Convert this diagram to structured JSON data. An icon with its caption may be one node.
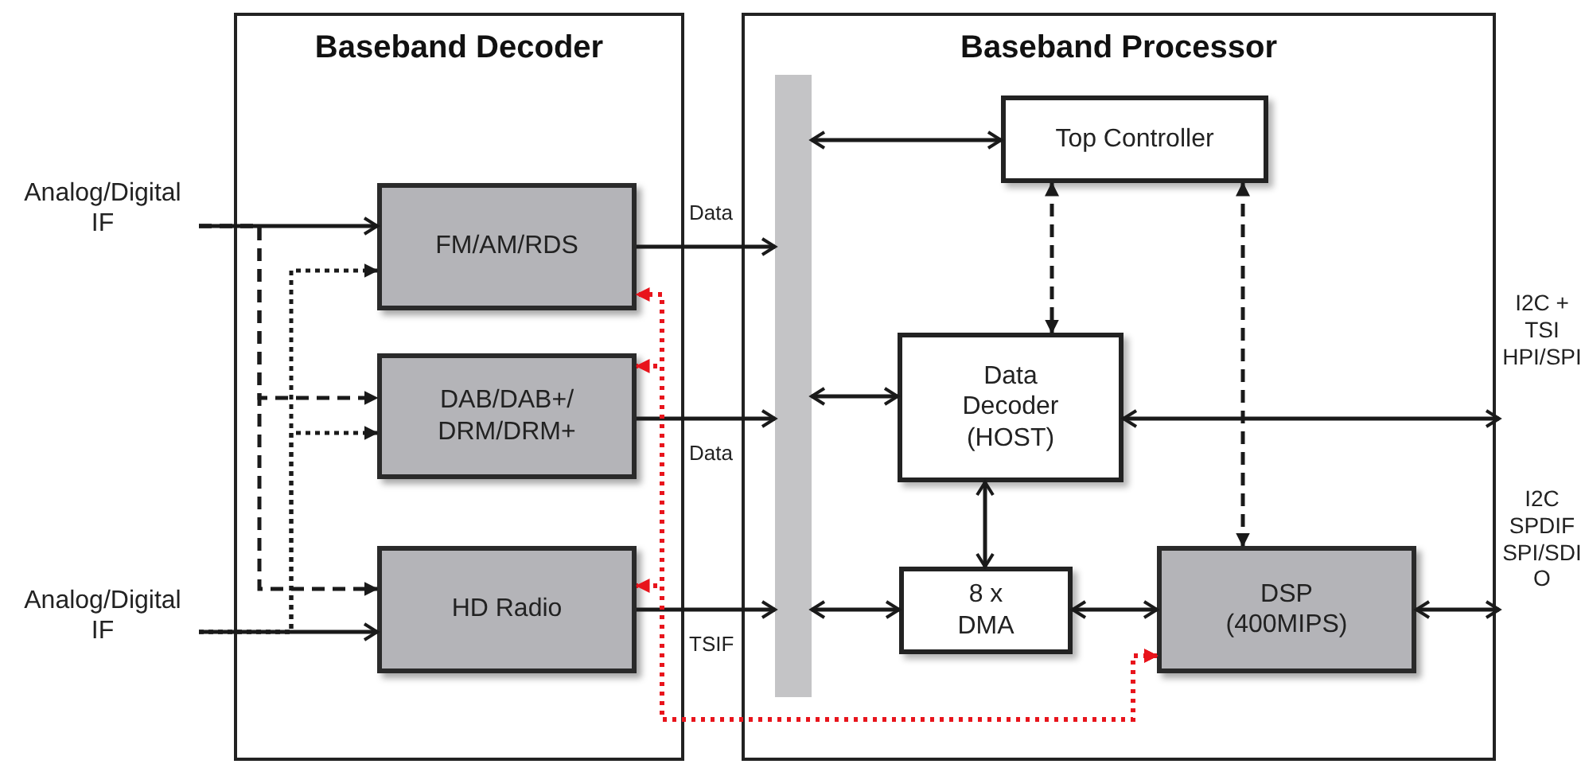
{
  "diagram": {
    "nodes": [
      {
        "text": [
          "Baseband Decoder"
        ]
      },
      {
        "text": [
          "Baseband Processor"
        ]
      },
      {
        "text": [
          "FM/AM/RDS"
        ],
        "in": 0
      },
      {
        "text": [
          "DAB/DAB+/ DRM/DRM+"
        ],
        "in": 0
      },
      {
        "text": [
          "HD Radio"
        ],
        "in": 0
      },
      {
        "text": [],
        "shape": "bar",
        "in": 1
      },
      {
        "text": [
          "Top Controller"
        ],
        "in": 1
      },
      {
        "text": [
          "Data Decoder (HOST)"
        ],
        "in": 1
      },
      {
        "text": [
          "8 x DMA"
        ],
        "in": 1
      },
      {
        "text": [
          "DSP (400MIPS)"
        ],
        "in": 1
      },
      {
        "text": [
          "Analog/Digital IF"
        ]
      },
      {
        "text": [
          "Analog/Digital IF"
        ]
      },
      {
        "text": [
          "I2C + TSI HPI/SPI"
        ]
      },
      {
        "text": [
          "I2C SPDIF SPI/SDI O"
        ]
      }
    ],
    "edges": [
      {
        "from": 10,
        "to": 2,
        "arrow": "to"
      },
      {
        "from": 10,
        "to": 3,
        "arrow": "to",
        "style": "dashed"
      },
      {
        "from": 10,
        "to": 4,
        "arrow": "to",
        "style": "dashed"
      },
      {
        "from": 11,
        "to": 4,
        "arrow": "to"
      },
      {
        "from": 11,
        "to": 2,
        "arrow": "to",
        "style": "dashed"
      },
      {
        "from": 11,
        "to": 3,
        "arrow": "to",
        "style": "dashed"
      },
      {
        "from": 2,
        "to": 5,
        "arrow": "to",
        "label": "Data"
      },
      {
        "from": 3,
        "to": 5,
        "arrow": "to",
        "label": "Data"
      },
      {
        "from": 4,
        "to": 5,
        "arrow": "to",
        "label": "TSIF"
      },
      {
        "from": 5,
        "to": 6,
        "arrow": "both"
      },
      {
        "from": 5,
        "to": 7,
        "arrow": "both"
      },
      {
        "from": 5,
        "to": 8,
        "arrow": "both"
      },
      {
        "from": 6,
        "to": 7,
        "arrow": "both",
        "style": "dashed"
      },
      {
        "from": 6,
        "to": 9,
        "arrow": "both",
        "style": "dashed"
      },
      {
        "from": 7,
        "to": 12,
        "arrow": "both"
      },
      {
        "from": 7,
        "to": 8,
        "arrow": "both"
      },
      {
        "from": 8,
        "to": 9,
        "arrow": "both"
      },
      {
        "from": 9,
        "to": 13,
        "arrow": "both"
      },
      {
        "from": 9,
        "to": 2,
        "arrow": "both",
        "style": "dashed",
        "color": "#e8141c"
      },
      {
        "from": 9,
        "to": 3,
        "arrow": "both",
        "style": "dashed",
        "color": "#e8141c"
      },
      {
        "from": 9,
        "to": 4,
        "arrow": "both",
        "style": "dashed",
        "color": "#e8141c"
      }
    ]
  }
}
